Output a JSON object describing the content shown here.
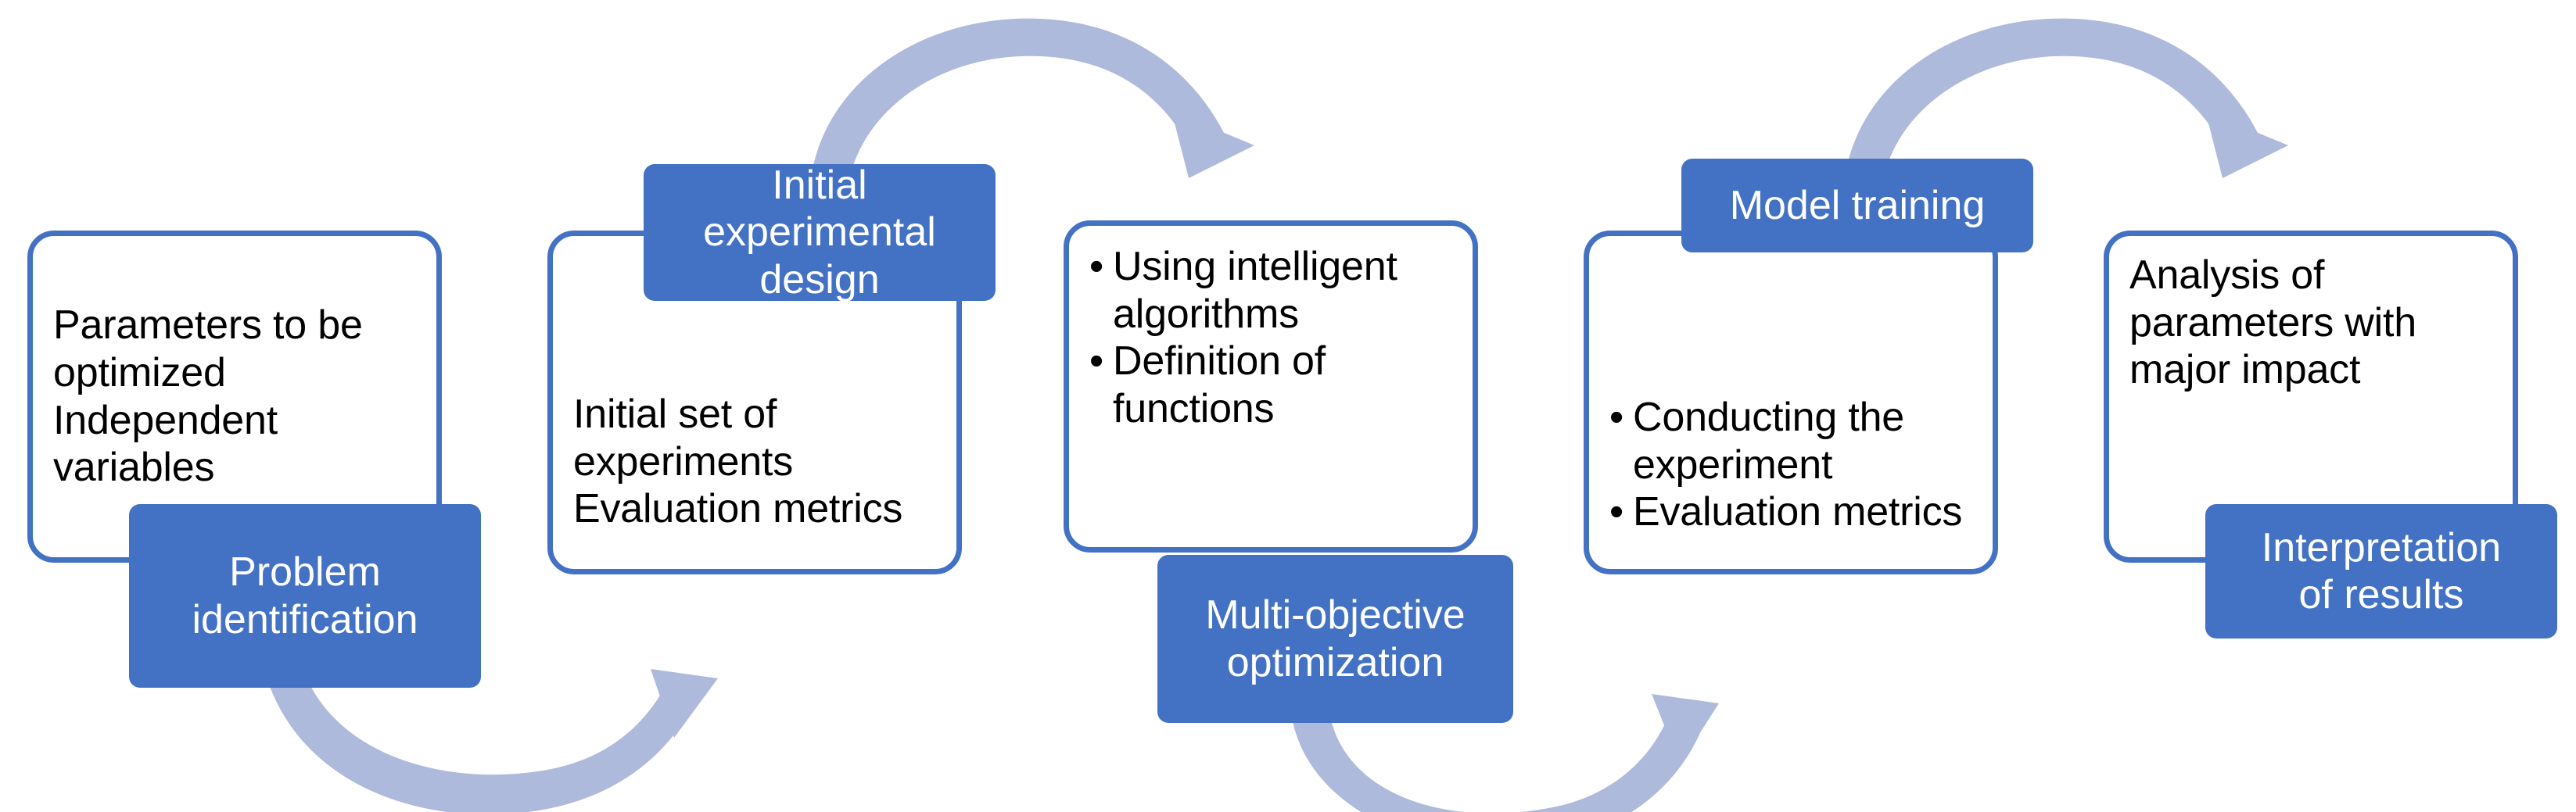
{
  "diagram": {
    "title": "Multi-objective optimization experimental workflow",
    "colors": {
      "accent_blue": "#4372C4",
      "arrow_blue": "#AEBADC",
      "box_fill": "#FFFFFF",
      "body_text": "#000000",
      "label_text": "#FFFFFF"
    },
    "stages": [
      {
        "id": "problem-identification",
        "label": "Problem\nidentification",
        "label_position": "bottom-right",
        "bulleted": false,
        "lines": [
          "Parameters to be optimized",
          "Independent variables"
        ]
      },
      {
        "id": "initial-experimental-design",
        "label": "Initial\nexperimental\ndesign",
        "label_position": "top-right",
        "bulleted": false,
        "lines": [
          "Initial set of experiments",
          "Evaluation metrics"
        ]
      },
      {
        "id": "multi-objective-optimization",
        "label": "Multi-objective\noptimization",
        "label_position": "bottom-right",
        "bulleted": true,
        "lines": [
          "Using intelligent algorithms",
          "Definition of functions"
        ]
      },
      {
        "id": "model-training",
        "label": "Model training",
        "label_position": "top-right",
        "bulleted": true,
        "lines": [
          "Conducting the experiment",
          "Evaluation metrics"
        ]
      },
      {
        "id": "interpretation-of-results",
        "label": "Interpretation\nof results",
        "label_position": "bottom-right",
        "bulleted": false,
        "lines": [
          "Analysis of parameters with major impact"
        ]
      }
    ],
    "arrows": [
      {
        "id": "arrow-1",
        "from": "problem-identification",
        "to": "initial-experimental-design",
        "direction": "right",
        "curve": "below",
        "shape": "curved-arrow-down"
      },
      {
        "id": "arrow-2",
        "from": "initial-experimental-design",
        "to": "multi-objective-optimization",
        "direction": "right",
        "curve": "above",
        "shape": "curved-arrow-up"
      },
      {
        "id": "arrow-3",
        "from": "multi-objective-optimization",
        "to": "model-training",
        "direction": "right",
        "curve": "below",
        "shape": "curved-arrow-down"
      },
      {
        "id": "arrow-4",
        "from": "model-training",
        "to": "interpretation-of-results",
        "direction": "right",
        "curve": "above",
        "shape": "curved-arrow-up"
      }
    ]
  }
}
